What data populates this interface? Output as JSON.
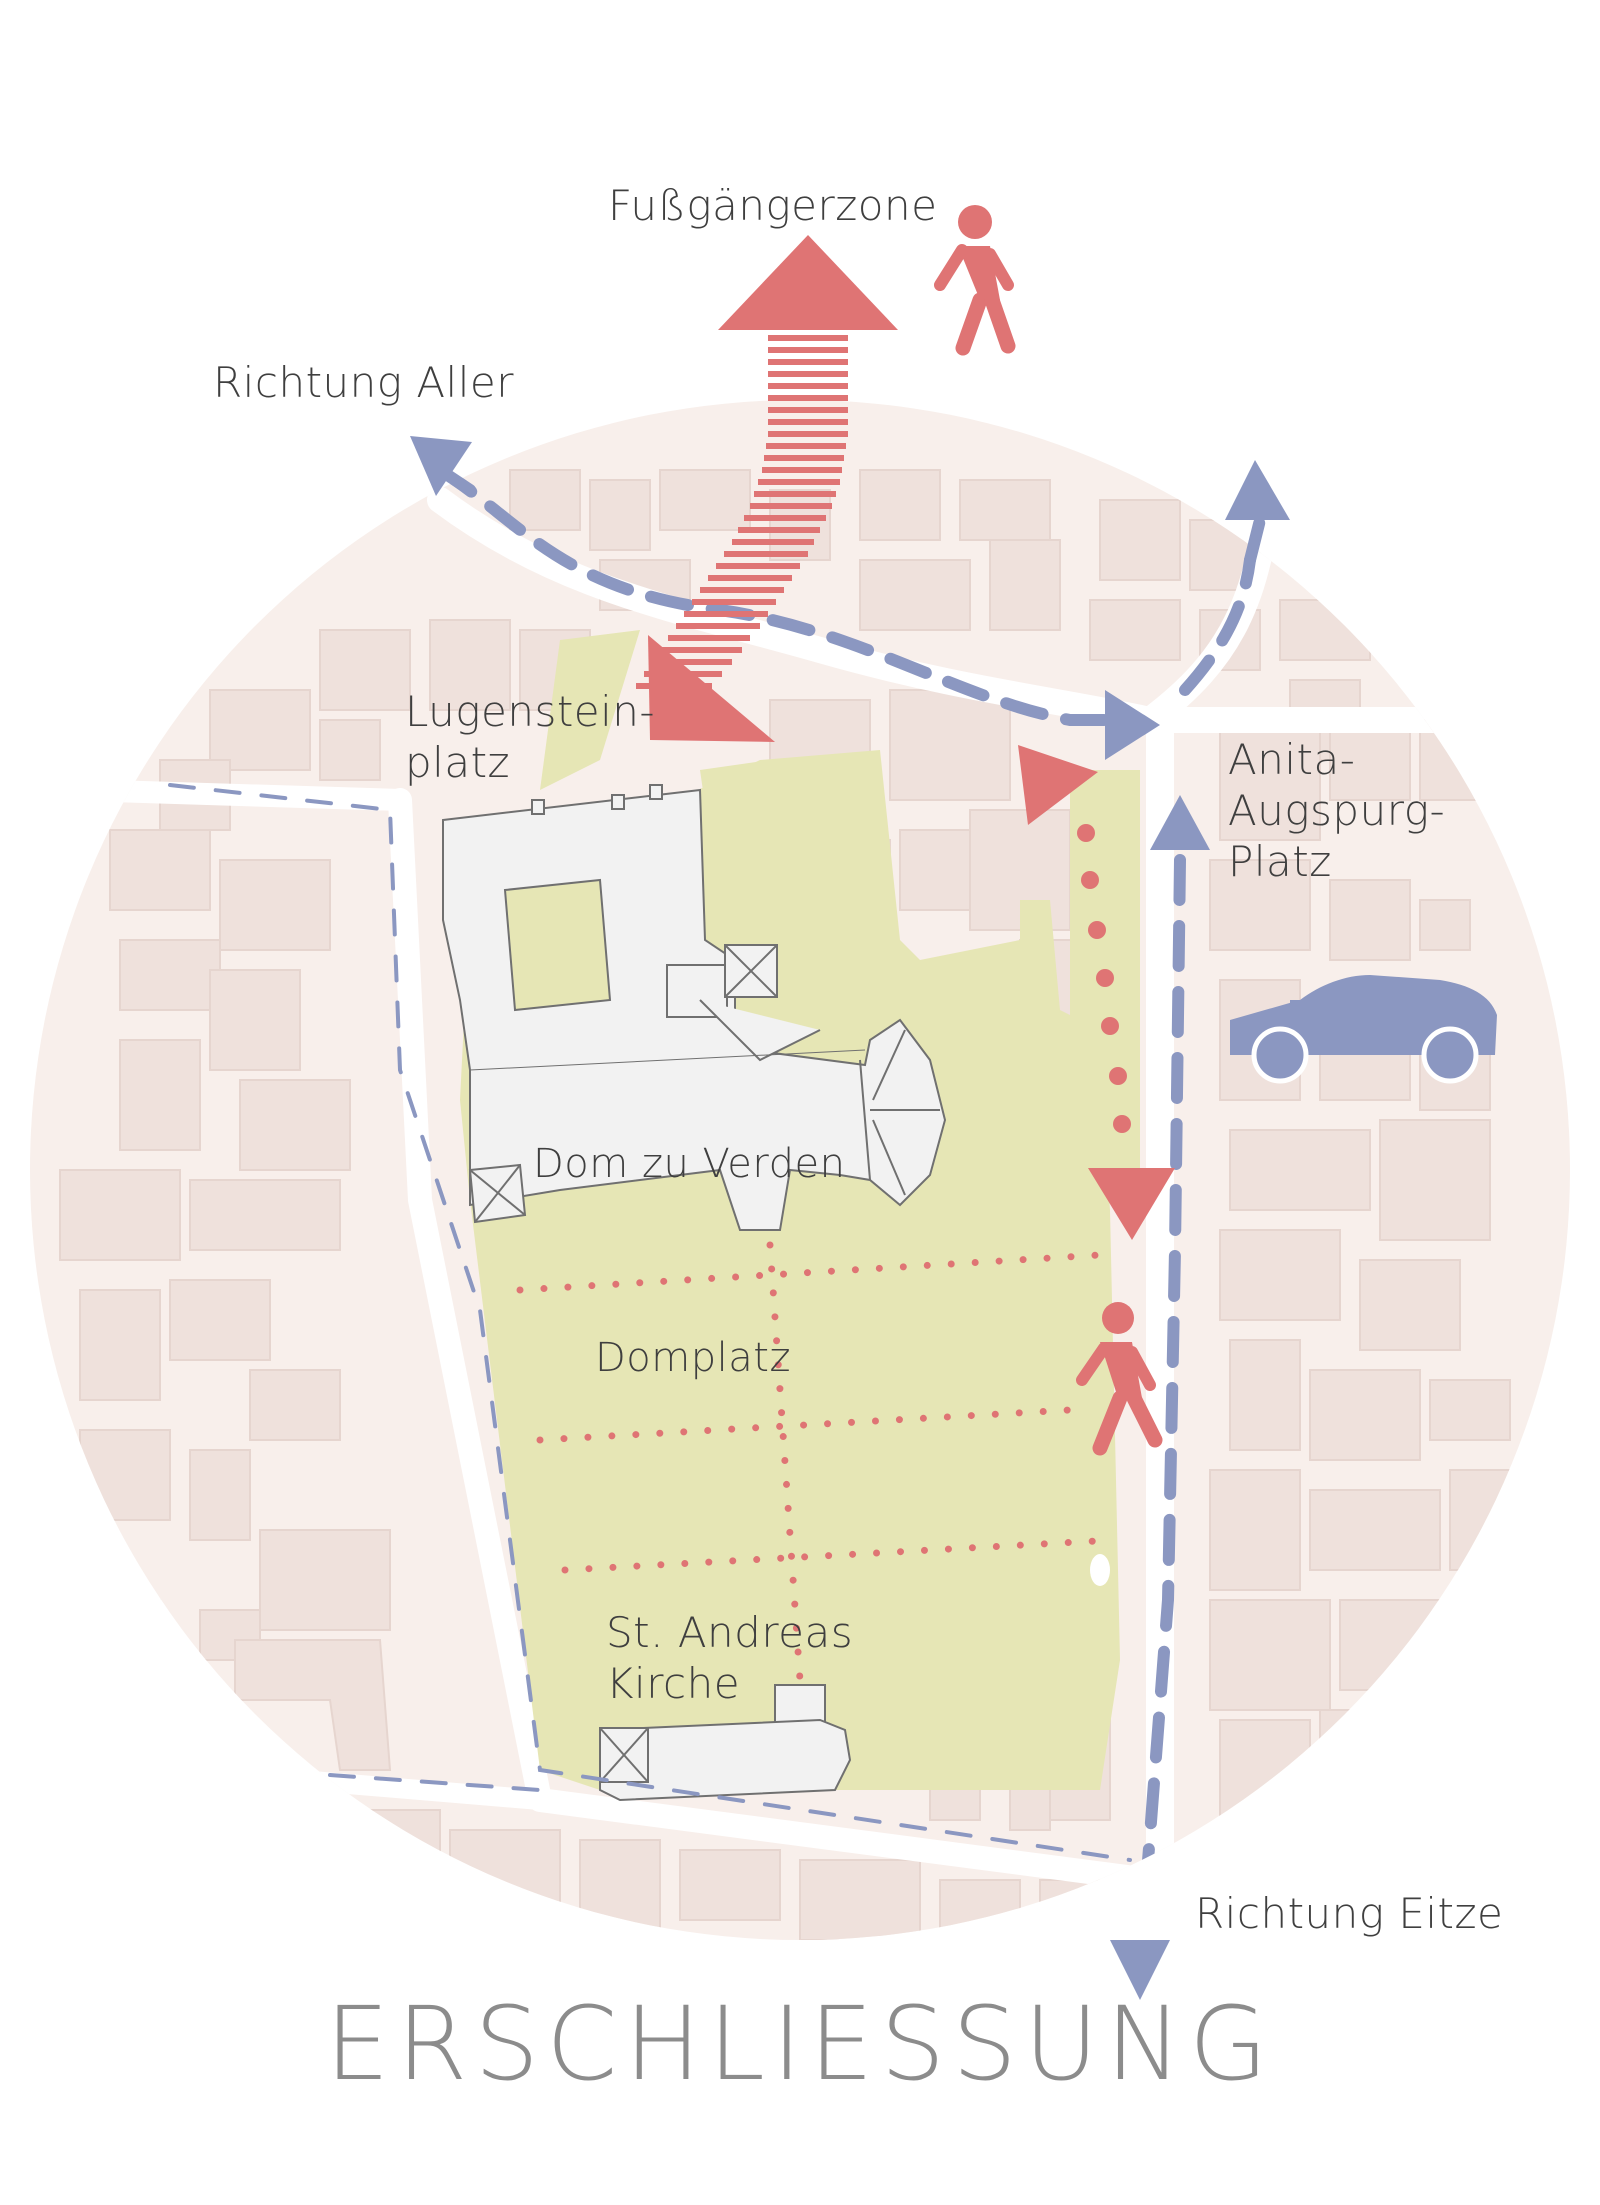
{
  "title": "ERSCHLIESSUNG",
  "labels": {
    "fussgaengerzone": "Fußgängerzone",
    "richtung_aller": "Richtung Aller",
    "lugenstein_1": "Lugenstein-",
    "lugenstein_2": "platz",
    "anita_1": "Anita-",
    "anita_2": "Augspurg-",
    "anita_3": "Platz",
    "dom": "Dom zu Verden",
    "domplatz": "Domplatz",
    "andreas_1": "St. Andreas",
    "andreas_2": "Kirche",
    "richtung_eitze": "Richtung Eitze"
  },
  "icons": [
    "pedestrian-icon",
    "car-icon",
    "arrow-icon"
  ],
  "colors": {
    "circle_bg": "#f8efeb",
    "building": "#efe1dc",
    "green_space": "#e6e6b5",
    "street": "#ffffff",
    "pedestrian_route": "#df7474",
    "car_route": "#8b97c1",
    "church": "#f2f2f2",
    "church_outline": "#707070",
    "title": "#8c8c8c"
  }
}
